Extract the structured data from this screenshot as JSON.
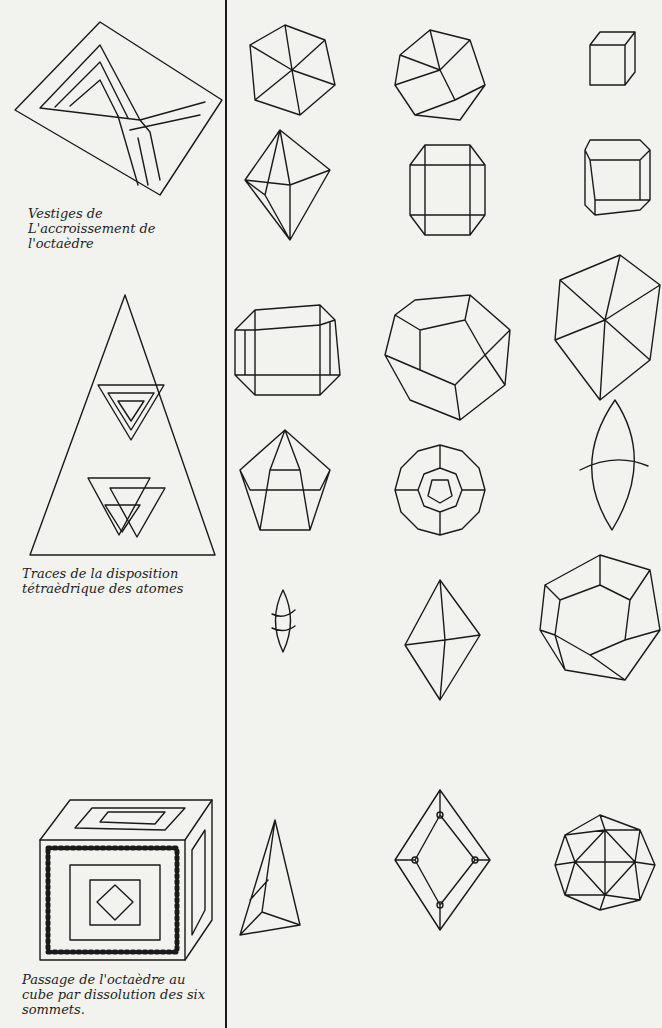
{
  "diagram": {
    "labels": [
      "Vestiges de L'accroissement de l'octaèdre",
      "Traces de la disposition tétraèdrique des atomes",
      "Passage de l'octaèdre au cube par dissolution des six sommets."
    ]
  }
}
